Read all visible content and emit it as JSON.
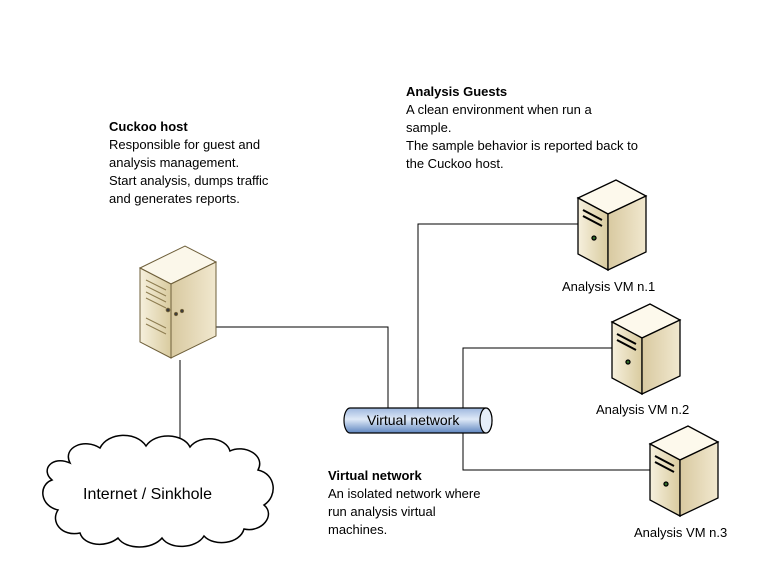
{
  "cuckoo_host": {
    "title": "Cuckoo host",
    "lines": [
      "Responsible for guest and",
      "analysis management.",
      "Start analysis, dumps traffic",
      "and generates reports."
    ]
  },
  "analysis_guests": {
    "title": "Analysis Guests",
    "lines": [
      "A clean environment when run a",
      "sample.",
      "The sample behavior is reported back to",
      "the Cuckoo host."
    ]
  },
  "virtual_network_desc": {
    "title": "Virtual network",
    "lines": [
      "An isolated network where",
      "run analysis virtual",
      "machines."
    ]
  },
  "nodes": {
    "network_bus": "Virtual network",
    "internet": "Internet / Sinkhole",
    "vm1": "Analysis VM n.1",
    "vm2": "Analysis VM n.2",
    "vm3": "Analysis VM n.3"
  },
  "colors": {
    "line": "#000000",
    "server_light": "#f3ecd6",
    "server_mid": "#ddd0a8",
    "server_dark": "#b8a676",
    "pipe_light": "#d6e4f5",
    "pipe_dark": "#5f86c0"
  }
}
